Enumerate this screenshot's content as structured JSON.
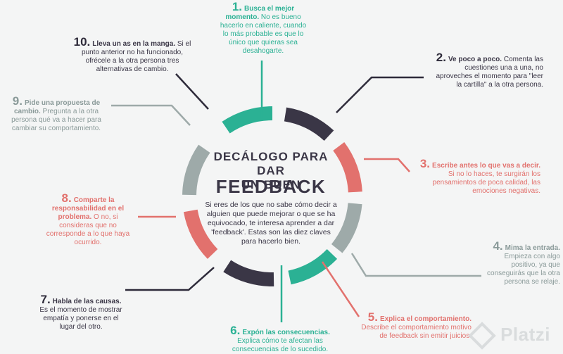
{
  "colors": {
    "teal": "#2bb194",
    "dark": "#3a3646",
    "red": "#e2716d",
    "gray": "#9eaaa9",
    "line_teal": "#2bb194",
    "line_dark": "#2e2b3a",
    "line_gray": "#9eaaa9",
    "line_red": "#e2716d"
  },
  "center": {
    "title_line1": "DECÁLOGO PARA DAR",
    "title_line1b": "UN BUEN",
    "title_line2": "FEEDBACK",
    "intro": "Si eres de los que no sabe cómo decir a alguien que puede mejorar o que se ha equivocado, te interesa aprender a dar 'feedback'. Estas son las diez claves para hacerlo bien."
  },
  "items": [
    {
      "num": "1.",
      "head": "Busca el mejor momento.",
      "body": "No es bueno hacerlo en caliente, cuando lo más probable es que lo único que quieras sea desahogarte."
    },
    {
      "num": "2.",
      "head": "Ve poco a poco.",
      "body": "Comenta las cuestiones una a una, no aproveches el momento para \"leer la cartilla\" a la otra persona."
    },
    {
      "num": "3.",
      "head": "Escribe antes lo que vas a decir.",
      "body": "Si no lo haces, te surgirán los pensamientos de poca calidad, las emociones negativas."
    },
    {
      "num": "4.",
      "head": "Mima la entrada.",
      "body": "Empieza con algo positivo, ya que conseguirás que la otra persona se relaje."
    },
    {
      "num": "5.",
      "head": "Explica el comportamiento.",
      "body": "Describe el comportamiento motivo de feedback sin emitir juicios."
    },
    {
      "num": "6.",
      "head": "Expón las consecuencias.",
      "body": "Explica cómo te afectan las consecuencias de lo sucedido."
    },
    {
      "num": "7.",
      "head": "Habla de las causas.",
      "body": "Es el momento de mostrar empatía y ponerse en el lugar del otro."
    },
    {
      "num": "8.",
      "head": "Comparte la responsabilidad en el problema.",
      "body": "O no, si consideras que no corresponde a lo que haya ocurrido."
    },
    {
      "num": "9.",
      "head": "Pide una propuesta de cambio.",
      "body": "Pregunta a la otra persona qué va a hacer para cambiar su comportamiento."
    },
    {
      "num": "10.",
      "head": "Lleva un as en la manga.",
      "body": "Si el punto anterior no ha funcionado, ofrécele a la otra persona tres alternativas de cambio."
    }
  ],
  "logo": {
    "text": "Platzi"
  }
}
